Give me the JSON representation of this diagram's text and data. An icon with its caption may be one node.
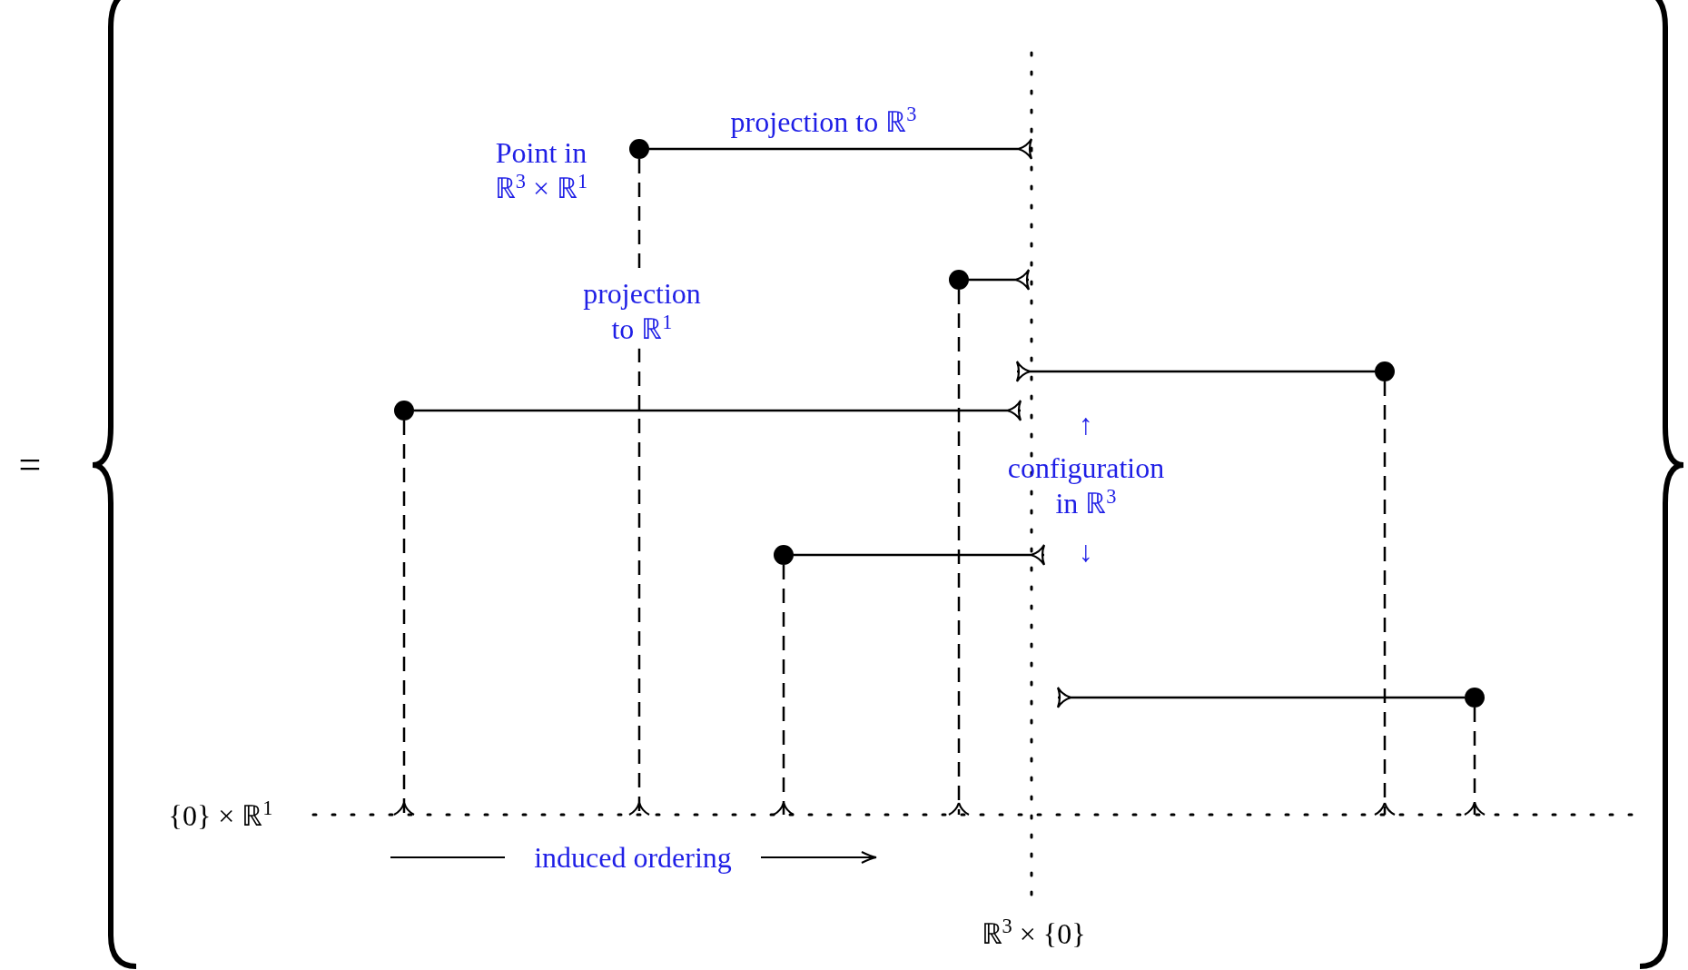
{
  "diagram": {
    "nodes": [
      {
        "text": [],
        "shape": "circle",
        "beside": [
          "Point in ℝ$^{3}$ × ℝ$^{1}$"
        ]
      },
      {
        "text": [],
        "shape": "circle"
      },
      {
        "text": [],
        "shape": "circle"
      },
      {
        "text": [],
        "shape": "circle"
      },
      {
        "text": [],
        "shape": "circle"
      },
      {
        "text": [],
        "shape": "circle"
      }
    ],
    "edges": [
      {
        "from": 0,
        "to": null,
        "arrow": "other",
        "label": "projection to ℝ$^{3}$"
      },
      {
        "from": 0,
        "to": null,
        "arrow": "other",
        "style": "dashed",
        "label": "projection to ℝ$^{1}$"
      },
      {
        "from": 1,
        "to": null,
        "arrow": "other"
      },
      {
        "from": 1,
        "to": null,
        "arrow": "other",
        "style": "dashed"
      },
      {
        "from": 2,
        "to": null,
        "arrow": "other"
      },
      {
        "from": 2,
        "to": null,
        "arrow": "other",
        "style": "dashed"
      },
      {
        "from": 3,
        "to": null,
        "arrow": "other"
      },
      {
        "from": 3,
        "to": null,
        "arrow": "other",
        "style": "dashed"
      },
      {
        "from": 4,
        "to": null,
        "arrow": "other"
      },
      {
        "from": 4,
        "to": null,
        "arrow": "other",
        "style": "dashed"
      },
      {
        "from": 5,
        "to": null,
        "arrow": "other"
      },
      {
        "from": 5,
        "to": null,
        "arrow": "other",
        "style": "dashed"
      }
    ],
    "labels": [
      "=",
      "↑",
      "configuration in ℝ$^{3}$",
      "↓",
      "{0} × ℝ$^{1}$",
      "induced ordering",
      "ℝ$^{3}$ × {0}"
    ]
  }
}
